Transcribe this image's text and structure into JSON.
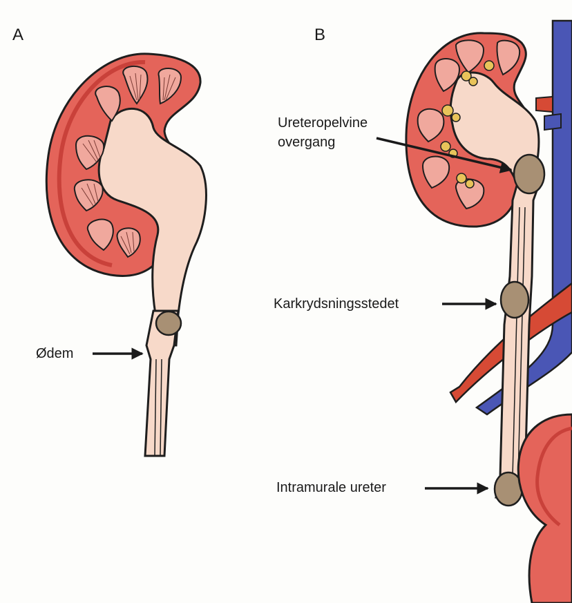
{
  "panels": {
    "a": "A",
    "b": "B"
  },
  "labels": {
    "edema": "Ødem",
    "upj_line1": "Ureteropelvine",
    "upj_line2": "overgang",
    "crossing": "Karkrydsningsstedet",
    "intramural": "Intramurale ureter"
  },
  "colors": {
    "cortex": "#e4645a",
    "cortex_dark": "#c9413a",
    "medulla": "#f0a89d",
    "pelvis": "#f7d9c9",
    "stone": "#a89074",
    "vein": "#4a56b5",
    "artery": "#d64a35",
    "outline": "#1e1e1e",
    "background": "#fdfdfb"
  },
  "icons": [
    "arrow-right-icon"
  ]
}
